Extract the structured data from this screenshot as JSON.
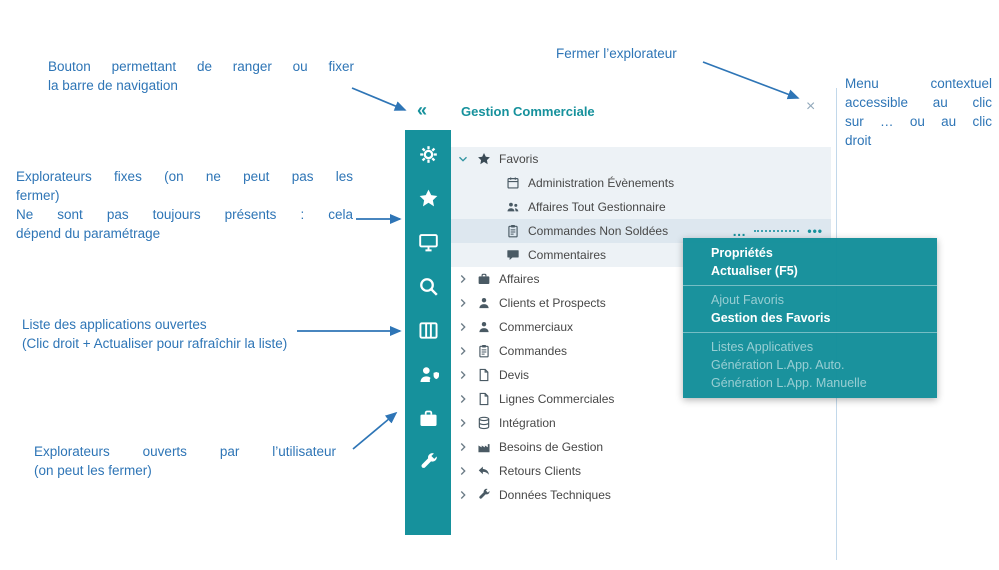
{
  "colors": {
    "accent_teal": "#16919c",
    "annotation_blue": "#2e75b6",
    "group_row_bg": "#edf2f6",
    "selected_row_bg": "#dde7ef"
  },
  "panel": {
    "title": "Gestion Commerciale",
    "collapse_glyph": "«",
    "close_glyph": "×",
    "row_ellipsis": "…",
    "menu_trigger": "•••"
  },
  "annotations": {
    "pin_button": {
      "lines": [
        "Bouton permettant de ranger ou fixer",
        "la barre de navigation"
      ]
    },
    "close_explorer": {
      "text": "Fermer l’explorateur"
    },
    "context_menu": {
      "lines": [
        "Menu contextuel",
        "accessible au clic",
        "sur … ou au clic",
        "droit"
      ]
    },
    "fixed_explorers": {
      "lines": [
        "Explorateurs fixes (on ne peut pas les",
        "fermer)",
        "Ne sont pas toujours présents : cela",
        "dépend du paramétrage"
      ]
    },
    "open_apps": {
      "lines": [
        "Liste des applications ouvertes",
        "(Clic droit + Actualiser pour rafraîchir la liste)"
      ]
    },
    "user_explorers": {
      "lines": [
        "Explorateurs ouverts par l’utilisateur",
        "(on peut les fermer)"
      ]
    }
  },
  "sidebar": {
    "icons": [
      {
        "name": "settings"
      },
      {
        "name": "favorites"
      },
      {
        "name": "screens"
      },
      {
        "name": "search"
      },
      {
        "name": "applications"
      },
      {
        "name": "user-shield"
      },
      {
        "name": "briefcase"
      },
      {
        "name": "tools"
      }
    ]
  },
  "tree": {
    "items": [
      {
        "label": "Favoris",
        "icon": "star",
        "level": 0,
        "expanded": true
      },
      {
        "label": "Administration Évènements",
        "icon": "calendar",
        "level": 1
      },
      {
        "label": "Affaires Tout Gestionnaire",
        "icon": "users",
        "level": 1
      },
      {
        "label": "Commandes Non Soldées",
        "icon": "clipboard",
        "level": 1,
        "selected": true
      },
      {
        "label": "Commentaires",
        "icon": "comment",
        "level": 1
      },
      {
        "label": "Affaires",
        "icon": "briefcase",
        "level": 0,
        "expanded": false
      },
      {
        "label": "Clients et Prospects",
        "icon": "person",
        "level": 0,
        "expanded": false
      },
      {
        "label": "Commerciaux",
        "icon": "person",
        "level": 0,
        "expanded": false
      },
      {
        "label": "Commandes",
        "icon": "clipboard",
        "level": 0,
        "expanded": false
      },
      {
        "label": "Devis",
        "icon": "document",
        "level": 0,
        "expanded": false
      },
      {
        "label": "Lignes Commerciales",
        "icon": "document",
        "level": 0,
        "expanded": false
      },
      {
        "label": "Intégration",
        "icon": "database",
        "level": 0,
        "expanded": false
      },
      {
        "label": "Besoins de Gestion",
        "icon": "factory",
        "level": 0,
        "expanded": false
      },
      {
        "label": "Retours Clients",
        "icon": "reply",
        "level": 0,
        "expanded": false
      },
      {
        "label": "Données Techniques",
        "icon": "wrench",
        "level": 0,
        "expanded": false
      }
    ]
  },
  "context_menu": {
    "items": [
      {
        "label": "Propriétés",
        "state": "normal"
      },
      {
        "label": "Actualiser (F5)",
        "state": "normal"
      },
      {
        "label": "Ajout Favoris",
        "state": "disabled"
      },
      {
        "label": "Gestion des Favoris",
        "state": "highlight"
      },
      {
        "label": "Listes Applicatives",
        "state": "disabled"
      },
      {
        "label": "Génération L.App. Auto.",
        "state": "disabled"
      },
      {
        "label": "Génération L.App. Manuelle",
        "state": "disabled"
      }
    ]
  }
}
